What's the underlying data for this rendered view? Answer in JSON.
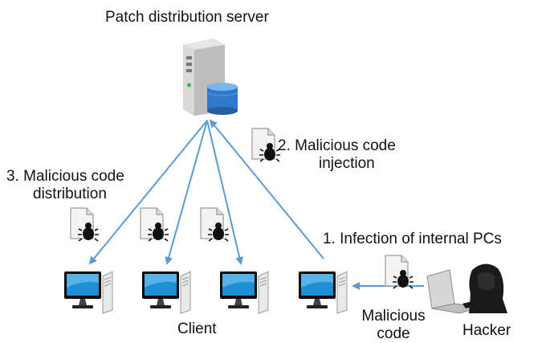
{
  "title": "Patch distribution server",
  "steps": {
    "step1": "1. Infection of internal PCs",
    "step2_line1": "2. Malicious code",
    "step2_line2": "injection",
    "step3_line1": "3. Malicious code",
    "step3_line2": "distribution"
  },
  "labels": {
    "client": "Client",
    "hacker": "Hacker",
    "malicious_line1": "Malicious",
    "malicious_line2": "code"
  },
  "icons": {
    "server": "server-database-icon",
    "pc": "desktop-pc-icon",
    "malware_doc": "malware-document-icon",
    "hacker": "hooded-hacker-laptop-icon"
  },
  "colors": {
    "arrow": "#5b9bd5",
    "screen": "#1e8fd6",
    "text": "#111111"
  }
}
